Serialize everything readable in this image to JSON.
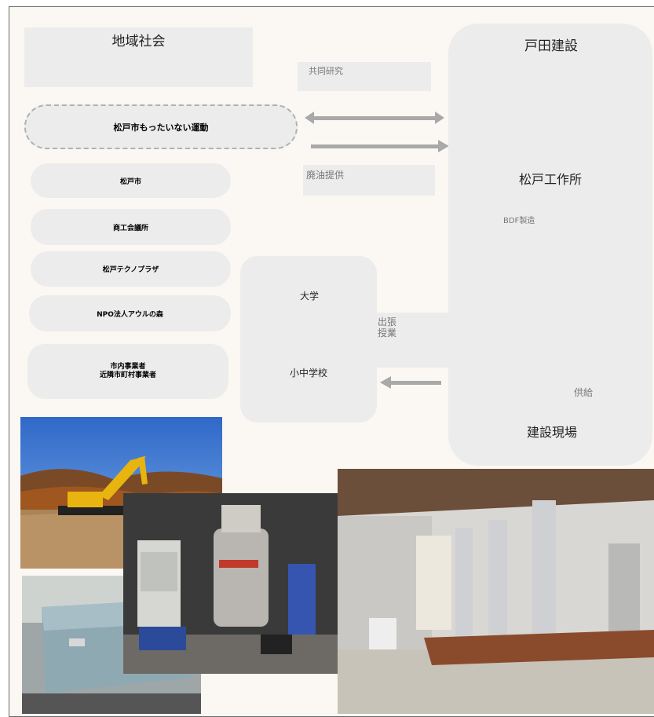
{
  "community": {
    "title": "地域社会",
    "campaign": "松戸市もったいない運動",
    "members": [
      "松戸市",
      "商工会議所",
      "松戸テクノプラザ",
      "NPO法人アウルの森",
      "市内事業者\n近隣市町村事業者"
    ]
  },
  "links": {
    "joint_research": "共同研究",
    "waste_oil": "廃油提供",
    "bdf": "BDF製造",
    "supply": "供給",
    "outreach": "出張\n授業"
  },
  "company": {
    "title": "戸田建設",
    "factory": "松戸工作所",
    "site": "建設現場"
  },
  "schools": {
    "university": "大学",
    "schools": "小中学校"
  },
  "colors": {
    "panel": "#ececec",
    "arrow": "#a9a9a9",
    "background": "#fbf8f4"
  },
  "photos": [
    "excavator-photo",
    "generator-photo",
    "bdf-reactor-photo",
    "bdf-plant-photo"
  ]
}
